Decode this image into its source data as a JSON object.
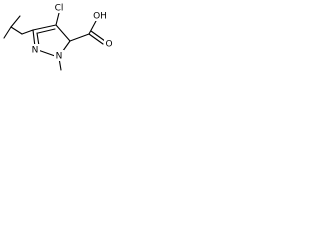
{
  "molecule": {
    "atoms": {
      "cl": "Cl",
      "n_ring_left": "N",
      "n_ring_right": "N",
      "oh": "OH",
      "o_carbonyl": "O"
    },
    "colors": {
      "bond": "#000000",
      "label": "#000000",
      "background": "#ffffff"
    }
  }
}
